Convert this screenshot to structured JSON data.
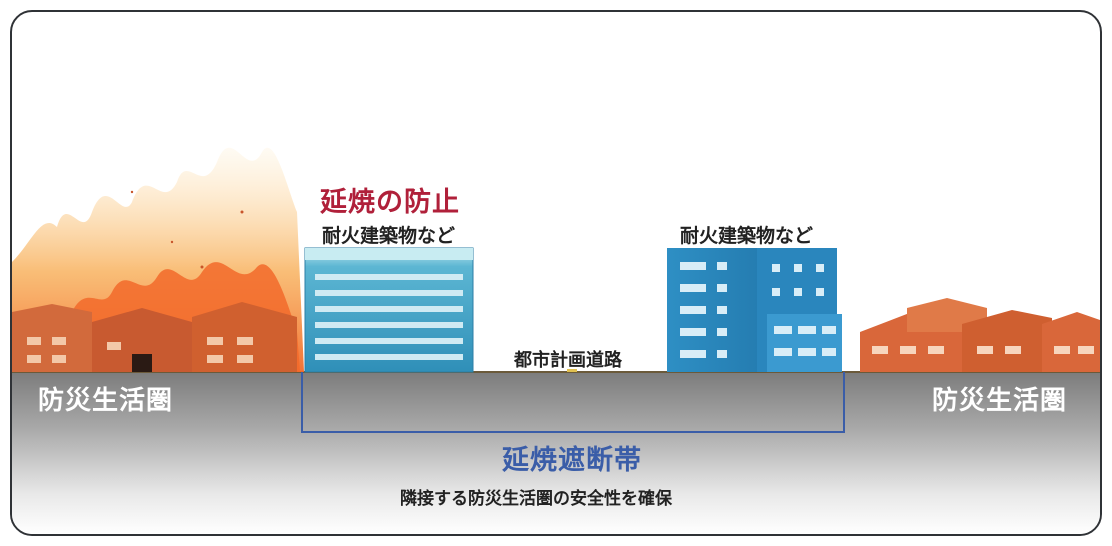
{
  "labels": {
    "spread_prevention": "延焼の防止",
    "fireproof_left": "耐火建築物など",
    "fireproof_right": "耐火建築物など",
    "city_road": "都市計画道路",
    "zone_left": "防災生活圏",
    "zone_right": "防災生活圏",
    "firebreak_belt": "延焼遮断帯",
    "safety_caption": "隣接する防災生活圏の安全性を確保"
  },
  "colors": {
    "title_red": "#b0203a",
    "belt_blue": "#3a5da8",
    "building_blue": "#2e8fc4",
    "glass_building": "#3aa0c8",
    "house_orange": "#d9673a",
    "flame": "#f7a84a",
    "ground_gray": "#8e8e8e"
  }
}
